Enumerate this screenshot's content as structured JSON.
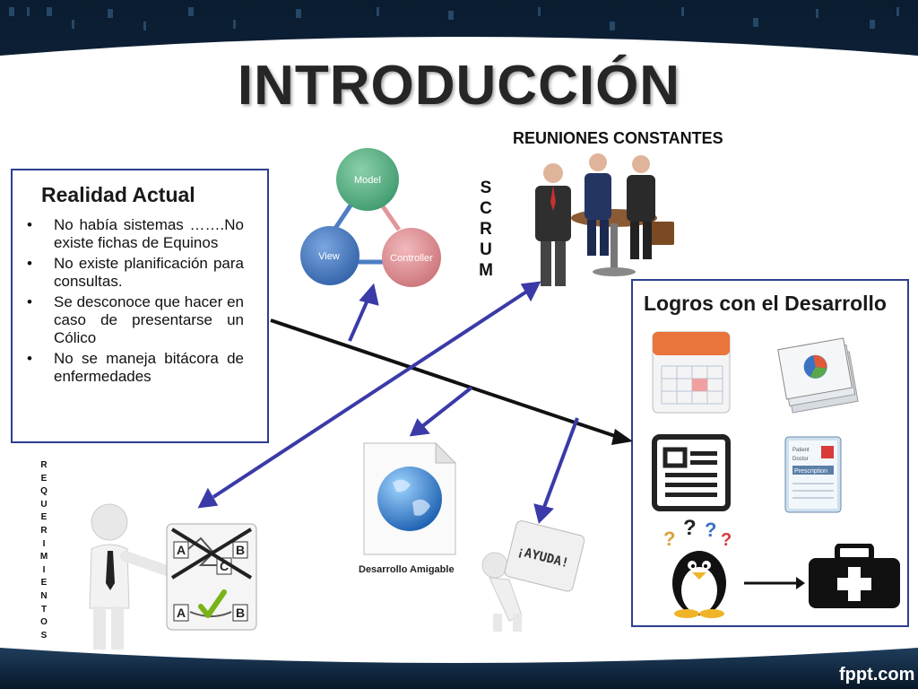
{
  "title": "INTRODUCCIÓN",
  "realidad": {
    "title": "Realidad Actual",
    "items": [
      "No había sistemas …….No existe fichas de Equinos",
      "No existe planificación para consultas.",
      "Se desconoce que hacer en caso de presentarse un Cólico",
      "No se maneja bitácora de enfermedades"
    ]
  },
  "mvc": {
    "model": "Model",
    "view": "View",
    "controller": "Controller"
  },
  "reuniones": "REUNIONES CONSTANTES",
  "scrum_letters": [
    "S",
    "C",
    "R",
    "U",
    "M"
  ],
  "requerimientos_letters": [
    "R",
    "E",
    "Q",
    "U",
    "E",
    "R",
    "I",
    "M",
    "I",
    "E",
    "N",
    "T",
    "O",
    "S"
  ],
  "logros": {
    "title": "Logros con el Desarrollo"
  },
  "desarrollo_amigable": "Desarrollo Amigable",
  "ayuda": "¡AYUDA!",
  "diagram_ab": {
    "a1": "A",
    "b1": "B",
    "c1": "C",
    "a2": "A",
    "b2": "B"
  },
  "prescription": {
    "patient": "Patient",
    "doctor": "Doctor",
    "label": "Prescription"
  },
  "brand": "fppt.com",
  "colors": {
    "frame_border": "#2d3f8f",
    "arrow": "#3a3aa8",
    "model": "#5fb08a",
    "view": "#4d7ec4",
    "controller": "#e3959a"
  }
}
